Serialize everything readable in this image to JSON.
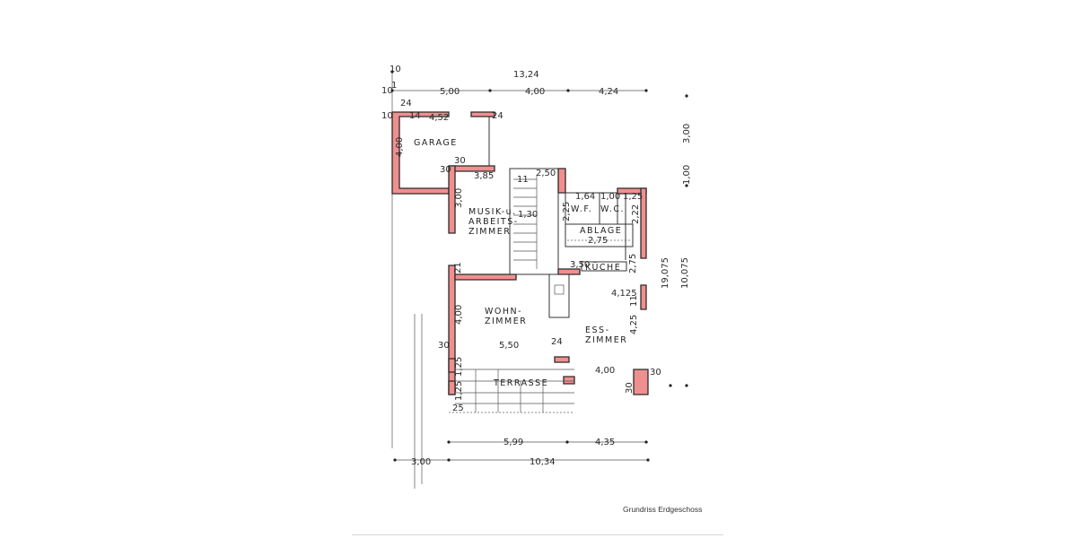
{
  "caption": "Grundriss Erdgeschoss",
  "rooms": {
    "garage": "GARAGE",
    "musik_line1": "MUSIK-u.",
    "musik_line2": "ARBEITS-",
    "musik_line3": "ZIMMER",
    "wc1": "W.F.",
    "wc2": "W.C.",
    "ablage": "ABLAGE",
    "kueche": "KÜCHE",
    "wohn_line1": "WOHN-",
    "wohn_line2": "ZIMMER",
    "ess_line1": "ESS-",
    "ess_line2": "ZIMMER",
    "terrasse": "TERRASSE"
  },
  "dimensions": {
    "total_width": "13,24",
    "top_left": "5,00",
    "top_mid": "4,00",
    "top_right": "4,24",
    "garage_inner": "4,52",
    "garage_depth": "4,00",
    "garage_bottom": "3,85",
    "stair_width": "2,50",
    "stair_run": "1,30",
    "musik_depth": "3,00",
    "wf_width": "1,64",
    "wc_width": "1,00",
    "wc_right": "1,25",
    "ablage_width": "2,75",
    "kueche_left": "3,50",
    "kueche_depth": "2,75",
    "kueche_bottom": "4,125",
    "wohn_depth": "4,00",
    "wohn_width": "5,50",
    "ess_depth": "4,25",
    "ess_width": "4,00",
    "terrasse_a": "1,25",
    "terrasse_b": "1,25",
    "bottom_left": "5,99",
    "bottom_right": "4,35",
    "bottom_offset": "3,00",
    "bottom_total": "10,34",
    "right_upper": "3,00",
    "right_mid": "1,00",
    "right_total_a": "19,075",
    "right_total_b": "10,075",
    "small_10a": "10",
    "small_10b": "10",
    "small_10c": "10",
    "small_24a": "24",
    "small_24b": "24",
    "small_24c": "24",
    "small_30a": "30",
    "small_30b": "30",
    "small_30c": "30",
    "small_30d": "30",
    "small_11a": "11",
    "small_11b": "11",
    "small_21": "21",
    "small_14": "14",
    "small_30e": "30",
    "small_225": "2,25",
    "small_222": "2,22",
    "small_1": "1",
    "small_25": "25"
  }
}
